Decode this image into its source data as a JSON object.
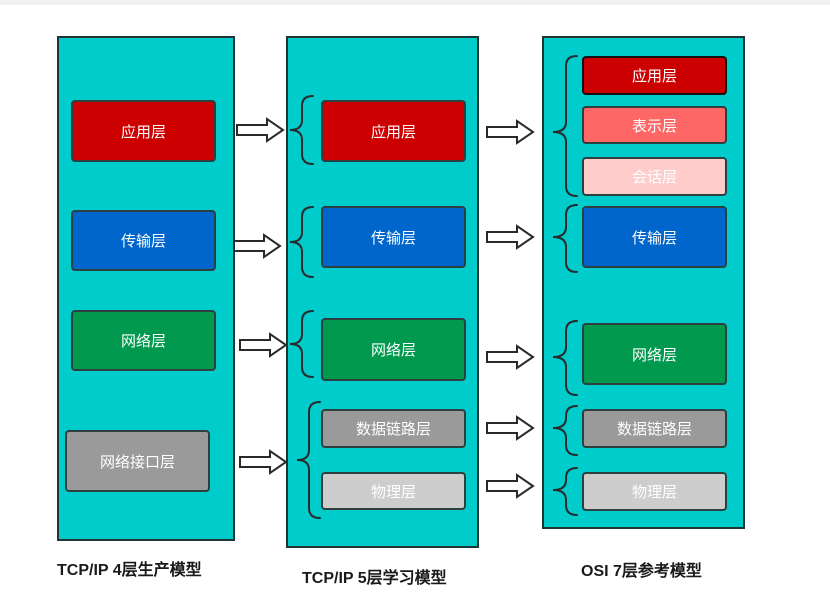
{
  "model_4": {
    "caption": "TCP/IP 4层生产模型",
    "layers": [
      "应用层",
      "传输层",
      "网络层",
      "网络接口层"
    ]
  },
  "model_5": {
    "caption": "TCP/IP 5层学习模型",
    "layers": [
      "应用层",
      "传输层",
      "网络层",
      "数据链路层",
      "物理层"
    ]
  },
  "model_7": {
    "caption": "OSI 7层参考模型",
    "layers": [
      "应用层",
      "表示层",
      "会话层",
      "传输层",
      "网络层",
      "数据链路层",
      "物理层"
    ]
  },
  "colors": {
    "column_bg": "#00cccc",
    "application": "#cc0000",
    "presentation": "#ff6666",
    "session": "#ffcccc",
    "transport": "#0066cc",
    "network": "#00994d",
    "link": "#9a9a9a",
    "physical": "#cdcdcd"
  }
}
